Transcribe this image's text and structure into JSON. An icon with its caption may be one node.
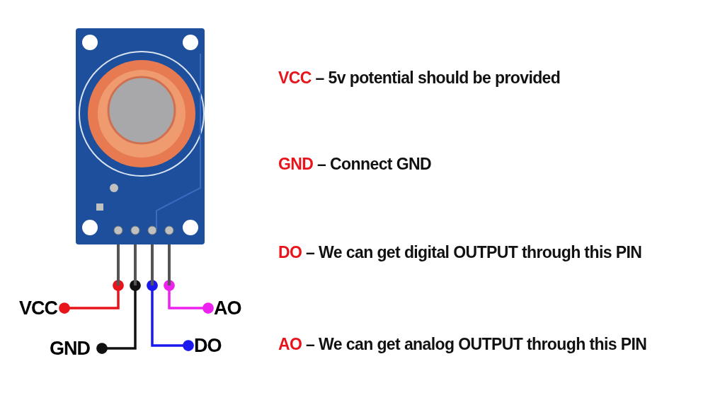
{
  "diagram": {
    "nodes": [
      {
        "text": [],
        "shape": "picture"
      },
      {
        "text": [
          "VCC"
        ]
      },
      {
        "text": [
          "GND"
        ]
      },
      {
        "text": [
          "DO"
        ]
      },
      {
        "text": [
          "AO"
        ]
      }
    ],
    "edges": [
      {
        "from": 0,
        "to": 1,
        "arrow": "other",
        "color": "#e8141b"
      },
      {
        "from": 0,
        "to": 2,
        "arrow": "other",
        "color": "#111111"
      },
      {
        "from": 0,
        "to": 3,
        "arrow": "other",
        "color": "#1a1aee"
      },
      {
        "from": 0,
        "to": 4,
        "arrow": "other",
        "color": "#ee22ee"
      }
    ],
    "labels": [
      "VCC",
      "– 5v potential should be provided",
      "GND",
      "– Connect GND",
      "DO",
      "– We can get digital OUTPUT through this PIN",
      "AO",
      "– We can get analog OUTPUT through this PIN"
    ]
  }
}
